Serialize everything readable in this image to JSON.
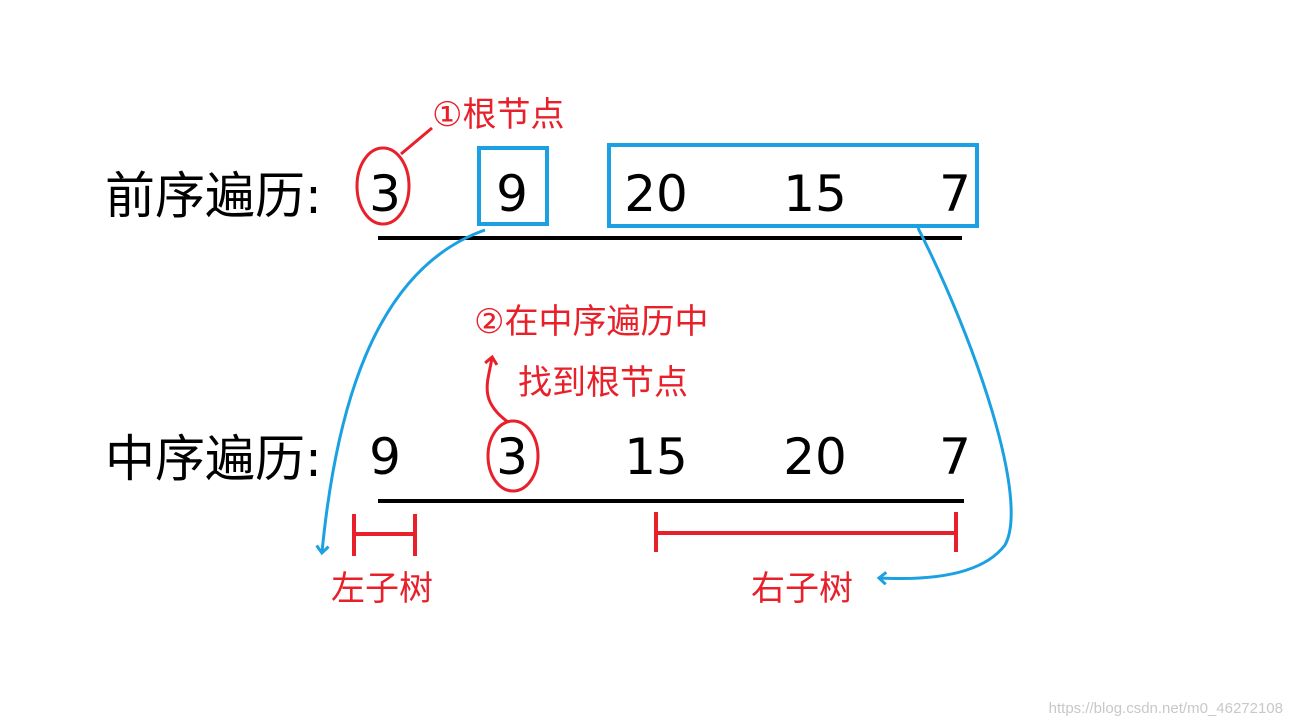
{
  "colors": {
    "text": "#000000",
    "annotation_red": "#e8202a",
    "highlight_blue": "#1ba1e2",
    "watermark": "#c8c8c8"
  },
  "preorder": {
    "label": "前序遍历:",
    "values": [
      "3",
      "9",
      "20",
      "15",
      "7"
    ]
  },
  "inorder": {
    "label": "中序遍历:",
    "values": [
      "9",
      "3",
      "15",
      "20",
      "7"
    ]
  },
  "annotations": {
    "root_node": "①根节点",
    "find_root_line1": "②在中序遍历中",
    "find_root_line2": "找到根节点",
    "left_subtree": "左子树",
    "right_subtree": "右子树"
  },
  "watermark": "https://blog.csdn.net/m0_46272108"
}
